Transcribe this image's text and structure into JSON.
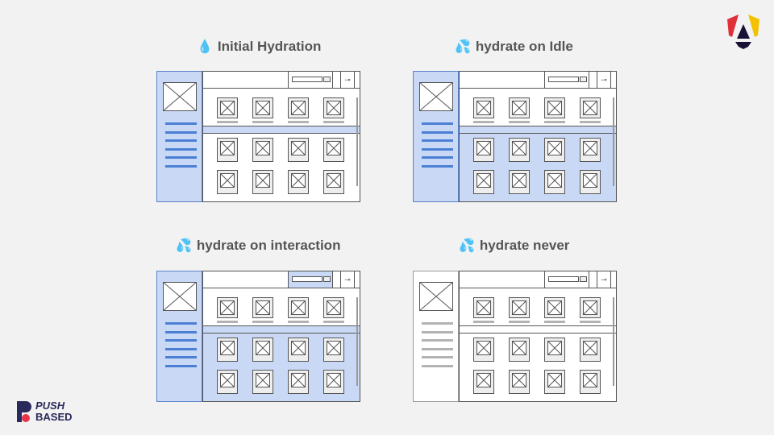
{
  "panels": [
    {
      "title": "Initial Hydration",
      "emoji": "💧",
      "sidebar_hydrated": true,
      "search_hydrated": false,
      "bottom_hydrated": false,
      "band_hydrated": true
    },
    {
      "title": "hydrate on Idle",
      "emoji": "💦",
      "sidebar_hydrated": true,
      "search_hydrated": false,
      "bottom_hydrated": true,
      "band_hydrated": true
    },
    {
      "title": "hydrate on interaction",
      "emoji": "💦",
      "sidebar_hydrated": true,
      "search_hydrated": true,
      "bottom_hydrated": true,
      "band_hydrated": true
    },
    {
      "title": "hydrate never",
      "emoji": "💦",
      "sidebar_hydrated": false,
      "search_hydrated": false,
      "bottom_hydrated": false,
      "band_hydrated": false
    }
  ],
  "colors": {
    "hydrated": "#c9d9f5",
    "accent_line": "#4a7fd4",
    "border": "#555555",
    "background": "#f2f2f2"
  },
  "key_icon": "⊸",
  "brand": {
    "line1": "PUSH",
    "line2": "BASED"
  }
}
